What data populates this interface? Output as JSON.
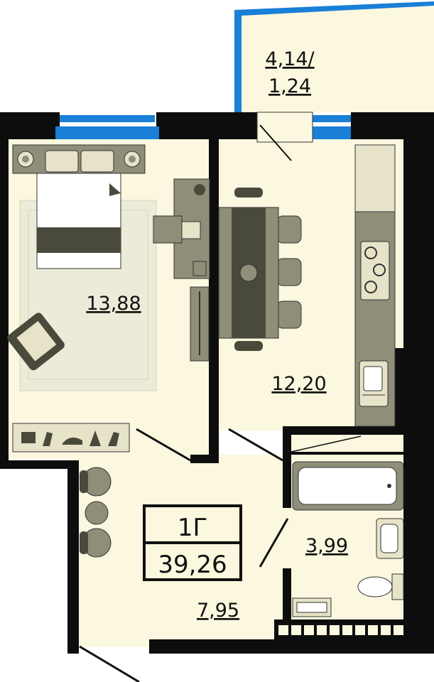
{
  "plan": {
    "unit_type": "1Г",
    "total_area": "39,26",
    "rooms": [
      {
        "id": "bedroom",
        "area": "13,88"
      },
      {
        "id": "kitchen",
        "area": "12,20"
      },
      {
        "id": "bathroom",
        "area": "3,99"
      },
      {
        "id": "hallway",
        "area": "7,95"
      },
      {
        "id": "balcony",
        "area_line1": "4,14/",
        "area_line2": "1,24"
      }
    ]
  },
  "colors": {
    "floor": "#fbf8df",
    "wall": "#0d0d0d",
    "window": "#1a7fd6",
    "furniture_dark": "#4a4a3c",
    "furniture_mid": "#8f8e78",
    "furniture_light": "#e6e3c8"
  }
}
